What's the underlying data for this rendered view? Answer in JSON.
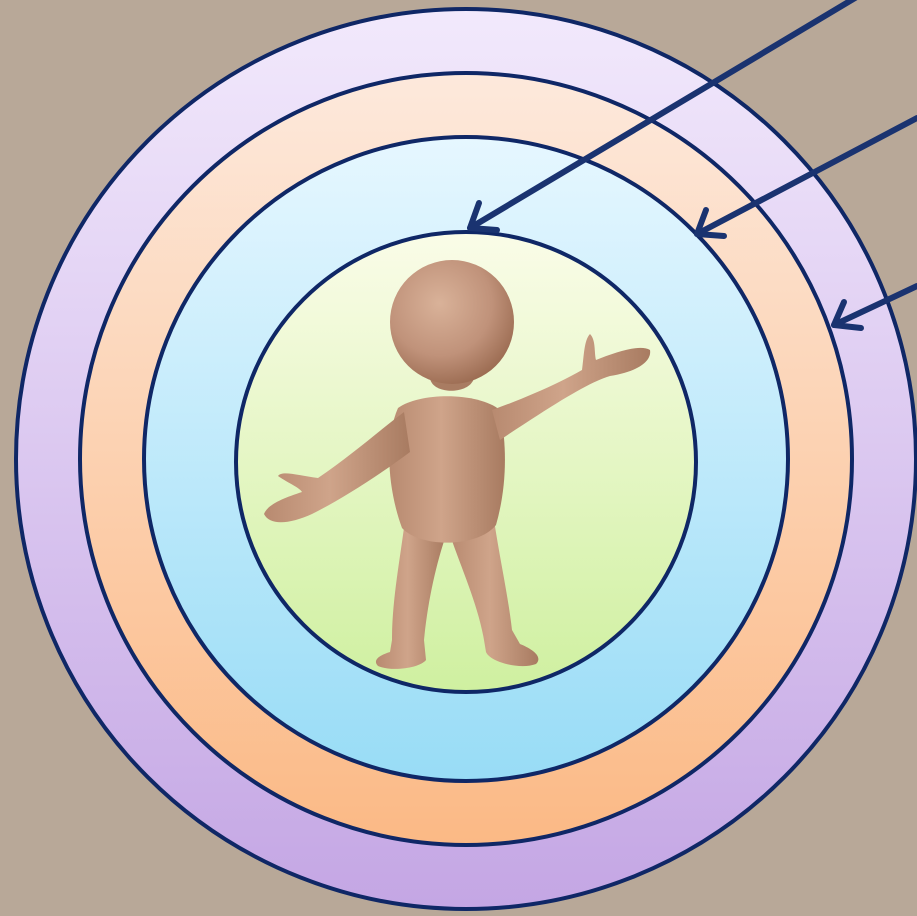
{
  "diagram": {
    "rings": [
      {
        "name": "outer-ring",
        "color_top": "#f1e7fb",
        "color_bottom": "#c6a9e6"
      },
      {
        "name": "second-ring",
        "color_top": "#fde7d9",
        "color_bottom": "#fbbd8a"
      },
      {
        "name": "third-ring",
        "color_top": "#e4f6ff",
        "color_bottom": "#9ddff7"
      },
      {
        "name": "inner-circle",
        "color_top": "#f9fbe4",
        "color_bottom": "#d3f2a6"
      }
    ],
    "outline_color": "#0f2766",
    "arrow_color": "#1a3370",
    "background": "#b8a898",
    "figure": {
      "icon": "person-figure-icon",
      "skin": "#c49a7f",
      "shade": "#9c6f55"
    }
  }
}
